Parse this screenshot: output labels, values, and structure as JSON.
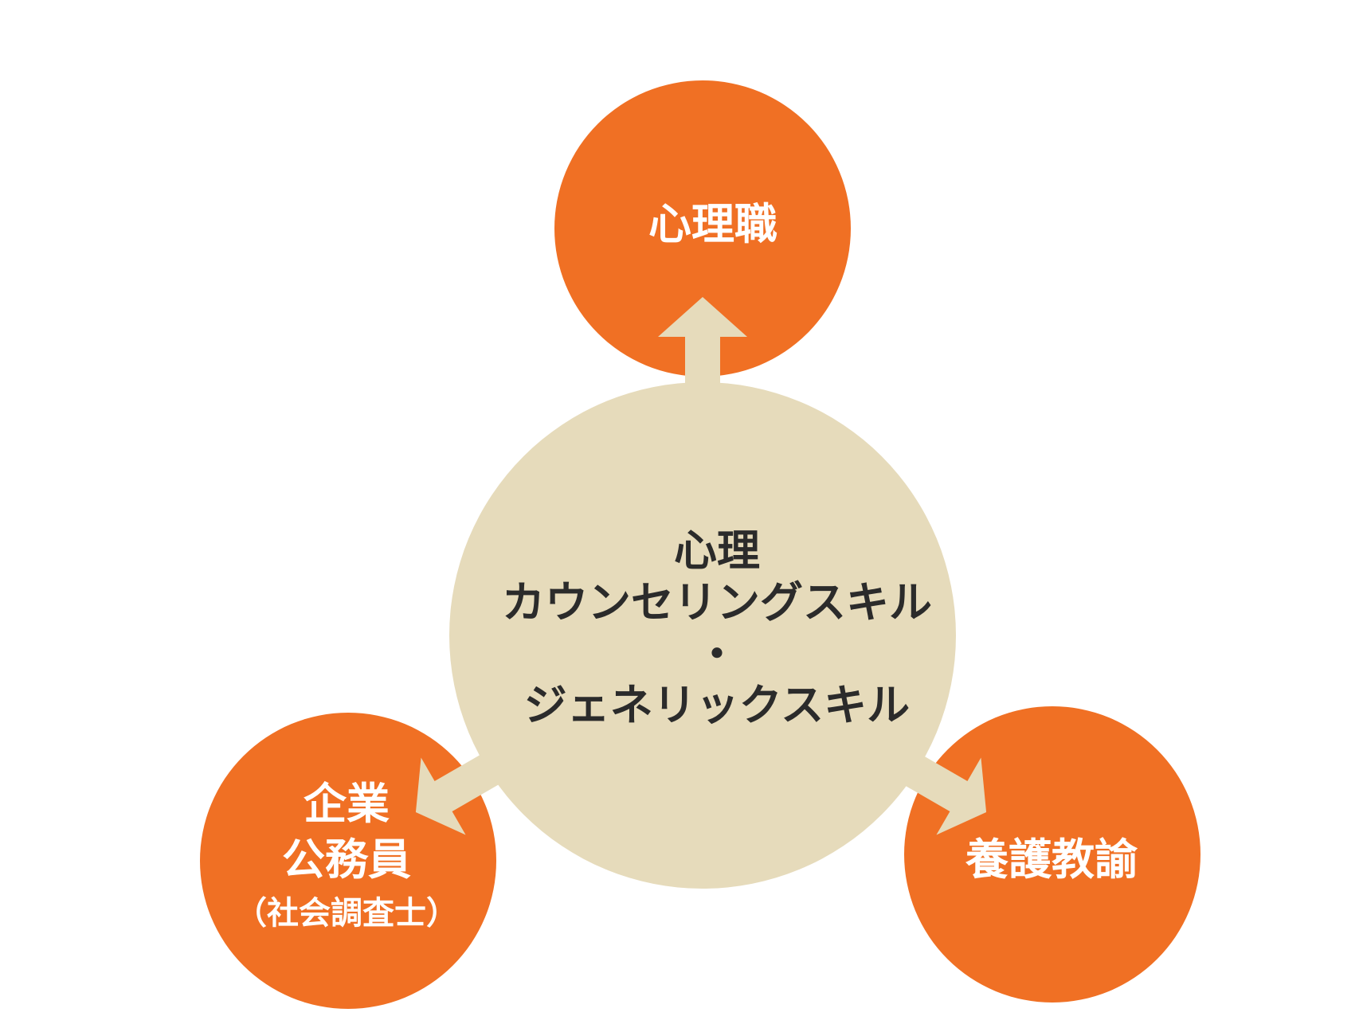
{
  "colors": {
    "orange": "#F07024",
    "beige": "#E6DBBB",
    "text_dark": "#2B2B2B",
    "text_light": "#FFFFFF"
  },
  "nodes": {
    "top": {
      "label": "心理職"
    },
    "center": {
      "line1": "心理",
      "line2": "カウンセリングスキル",
      "line3": "・",
      "line4": "ジェネリックスキル"
    },
    "left": {
      "line1": "企業",
      "line2": "公務員",
      "line3": "（社会調査士）"
    },
    "right": {
      "label": "養護教諭"
    }
  }
}
